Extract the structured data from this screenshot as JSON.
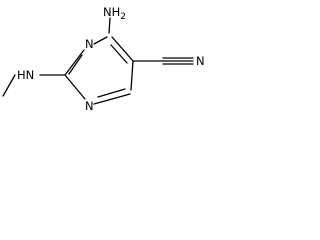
{
  "molecule": {
    "atoms": {
      "n_ring_top": "N",
      "n_ring_bottom": "N",
      "amino_group": "NH",
      "amino_subscript": "2",
      "methylamino_group": "HN",
      "nitrile_nitrogen": "N"
    }
  }
}
